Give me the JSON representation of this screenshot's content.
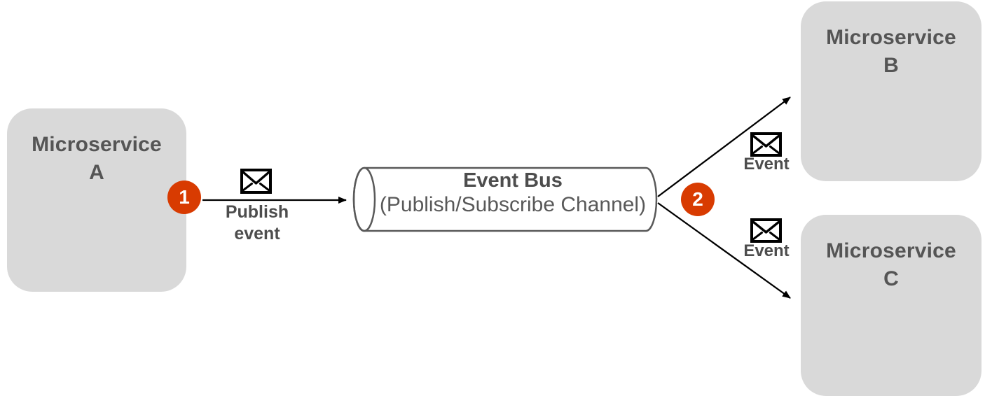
{
  "colors": {
    "background": "#FFFFFF",
    "node_fill": "#D9D9D9",
    "node_text": "#555555",
    "accent_badge": "#D83B01",
    "badge_text": "#FFFFFF",
    "connector": "#000000",
    "cylinder_stroke": "#595959",
    "cylinder_fill": "#FFFFFF",
    "edge_label_text": "#4D4D4D"
  },
  "nodes": {
    "service_a": {
      "label": "Microservice A"
    },
    "service_b": {
      "label": "Microservice B"
    },
    "service_c": {
      "label": "Microservice C"
    },
    "event_bus": {
      "title": "Event Bus",
      "subtitle": "(Publish/Subscribe Channel)"
    }
  },
  "badges": {
    "step1": "1",
    "step2": "2"
  },
  "edges": {
    "publish": {
      "label": "Publish event",
      "icon": "envelope-icon"
    },
    "subscribe_b": {
      "label": "Event",
      "icon": "envelope-icon"
    },
    "subscribe_c": {
      "label": "Event",
      "icon": "envelope-icon"
    }
  }
}
